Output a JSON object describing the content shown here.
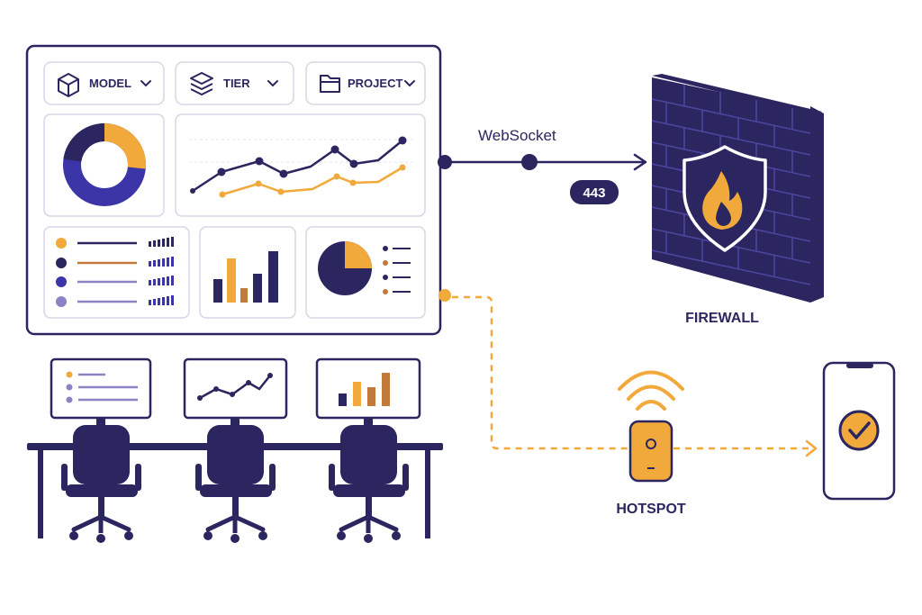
{
  "dashboard": {
    "dropdowns": [
      {
        "label": "MODEL",
        "icon": "cube-icon"
      },
      {
        "label": "TIER",
        "icon": "layers-icon"
      },
      {
        "label": "PROJECT",
        "icon": "folder-icon"
      }
    ],
    "widgets": [
      "donut-chart",
      "line-chart",
      "legend-list",
      "bar-chart",
      "pie-chart"
    ]
  },
  "connections": {
    "websocket_label": "WebSocket",
    "port_label": "443"
  },
  "firewall": {
    "label": "FIREWALL",
    "icon": "flame-shield-icon"
  },
  "hotspot": {
    "label": "HOTSPOT",
    "icon": "wifi-router-icon"
  },
  "phone": {
    "icon": "check-circle-icon"
  },
  "workstations": {
    "count": 3,
    "screens": [
      "list-screen",
      "line-screen",
      "bar-screen"
    ]
  },
  "colors": {
    "navy": "#2b2660",
    "indigo": "#3b35a8",
    "orange": "#f2a93b",
    "bronze": "#c17a3a",
    "lavender": "#8a84c4",
    "border": "#d7d6e6"
  }
}
